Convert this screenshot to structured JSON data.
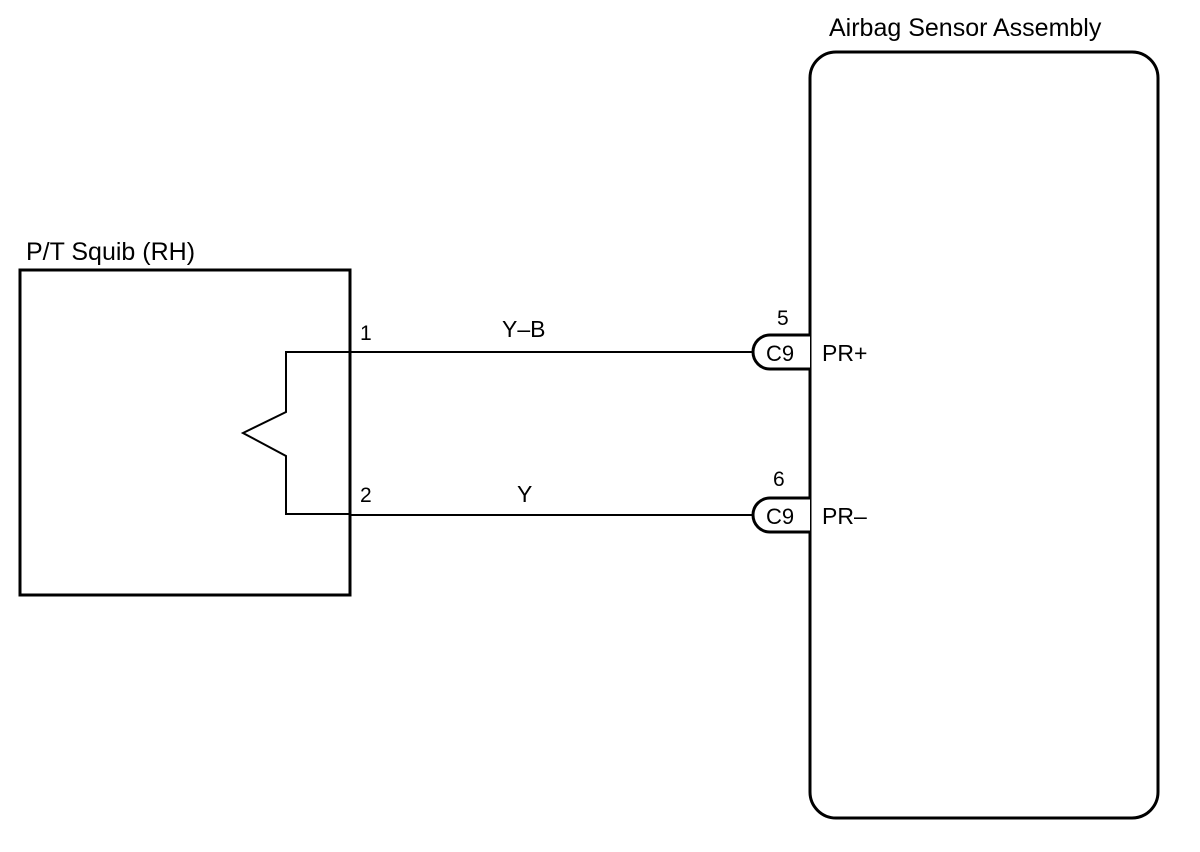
{
  "components": {
    "squib": {
      "title": "P/T Squib (RH)",
      "pin1": "1",
      "pin2": "2"
    },
    "sensor": {
      "title": "Airbag Sensor Assembly",
      "terminals": [
        {
          "pin": "5",
          "connector": "C9",
          "signal": "PR+"
        },
        {
          "pin": "6",
          "connector": "C9",
          "signal": "PR–"
        }
      ]
    }
  },
  "wires": [
    {
      "color_code": "Y–B"
    },
    {
      "color_code": "Y"
    }
  ]
}
